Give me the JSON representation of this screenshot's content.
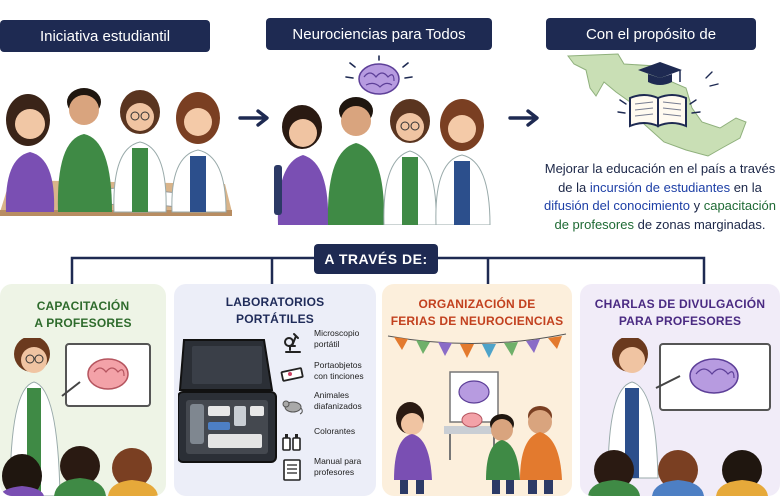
{
  "header": {
    "step1": "Iniciativa estudiantil",
    "step2": "Neurociencias para Todos",
    "step3": "Con el propósito de"
  },
  "purpose": {
    "part1": "Mejorar la educación en el país a través de la ",
    "highlight1": "incursión de estudiantes",
    "part2": " en la ",
    "highlight2": "difusión del conocimiento",
    "part3": " y ",
    "highlight3": "capacitación de profesores",
    "part4": " de zonas marginadas."
  },
  "via_label": "A TRAVÉS DE:",
  "cards": {
    "teacher_training": {
      "title_l1": "CAPACITACIÓN",
      "title_l2": "A PROFESORES"
    },
    "labs": {
      "title_l1": "LABORATORIOS",
      "title_l2": "PORTÁTILES",
      "items": [
        {
          "label": "Microscopio portátil",
          "icon": "microscope-icon"
        },
        {
          "label": "Portaobjetos con tinciones",
          "icon": "slides-icon"
        },
        {
          "label": "Animales diafanizados",
          "icon": "mouse-icon"
        },
        {
          "label": "Colorantes",
          "icon": "dye-bottles-icon"
        },
        {
          "label": "Manual para profesores",
          "icon": "manual-icon"
        }
      ]
    },
    "fairs": {
      "title_l1": "ORGANIZACIÓN DE",
      "title_l2": "FERIAS DE NEUROCIENCIAS"
    },
    "talks": {
      "title_l1": "CHARLAS DE DIVULGACIÓN",
      "title_l2": "PARA PROFESORES"
    }
  },
  "colors": {
    "navy": "#1e2a52",
    "green_title": "#2e6b2c",
    "orange_title": "#c2401e",
    "purple_title": "#4a2a82",
    "brain_pink": "#f3a2a8",
    "brain_purple": "#b79be0"
  }
}
